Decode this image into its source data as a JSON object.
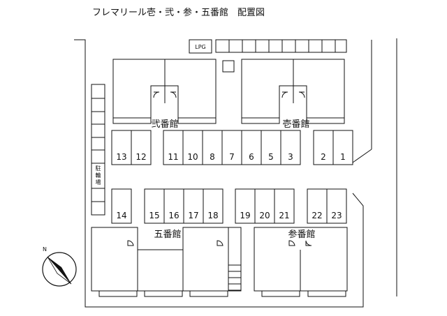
{
  "title": "フレマリール壱・弐・参・五番館　配置図",
  "colors": {
    "line": "#111111",
    "background": "#ffffff"
  },
  "buildings": {
    "ichi": "壱番館",
    "ni": "弐番館",
    "go": "五番館",
    "san": "参番館"
  },
  "lpg": "LPG",
  "bike_parking": [
    "駐",
    "輪",
    "場"
  ],
  "compass": {
    "label": "N",
    "icon": "north-arrow-icon"
  },
  "parking_numbers": {
    "n1": "1",
    "n2": "2",
    "n3": "3",
    "n5": "5",
    "n6": "6",
    "n7": "7",
    "n8": "8",
    "n10": "10",
    "n11": "11",
    "n12": "12",
    "n13": "13",
    "n14": "14",
    "n15": "15",
    "n16": "16",
    "n17": "17",
    "n18": "18",
    "n19": "19",
    "n20": "20",
    "n21": "21",
    "n22": "22",
    "n23": "23"
  }
}
